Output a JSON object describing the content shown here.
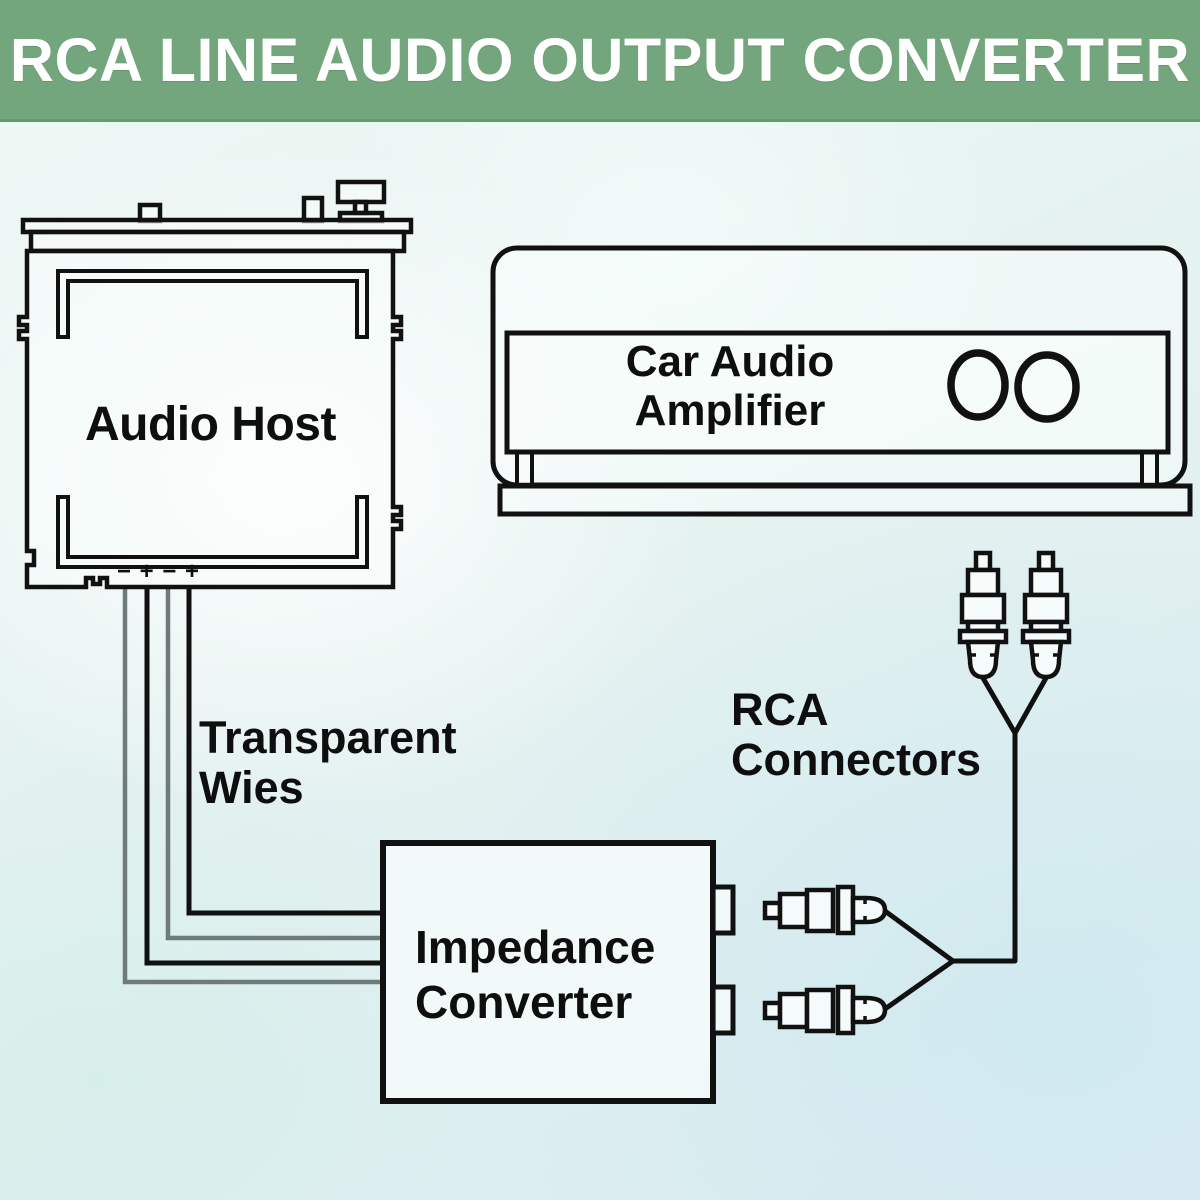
{
  "header": {
    "title": "RCA LINE AUDIO OUTPUT CONVERTER",
    "background_color": "#73a67c",
    "text_color": "#ffffff"
  },
  "diagram": {
    "line_color": "#111111",
    "gray_wire_color": "#6f7a7a",
    "devices": {
      "audio_host": {
        "label": "Audio Host",
        "terminal_marks": "− + − +"
      },
      "amplifier": {
        "label": "Car Audio\nAmplifier",
        "knob_count": 2
      },
      "impedance_converter": {
        "label": "Impedance\nConverter"
      }
    },
    "annotations": {
      "transparent_wires": {
        "label": "Transparent\nWies"
      },
      "rca_connectors": {
        "label": "RCA\nConnectors"
      }
    },
    "connections": [
      {
        "from": "Audio Host",
        "to": "Impedance Converter",
        "via": "Transparent Wies (− + − +)"
      },
      {
        "from": "Impedance Converter",
        "to": "RCA Connectors",
        "via": "RCA plugs Y-cable"
      },
      {
        "from": "RCA Connectors",
        "to": "Car Audio Amplifier",
        "via": "RCA plugs"
      }
    ]
  }
}
